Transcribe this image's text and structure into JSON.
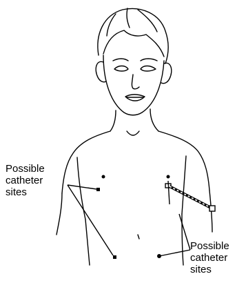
{
  "labels": {
    "left": {
      "line1": "Possible",
      "line2": "catheter",
      "line3": "sites"
    },
    "right": {
      "line1": "Possible",
      "line2": "catheter",
      "line3": "sites"
    }
  },
  "colors": {
    "ink": "#000000",
    "background": "#ffffff"
  }
}
